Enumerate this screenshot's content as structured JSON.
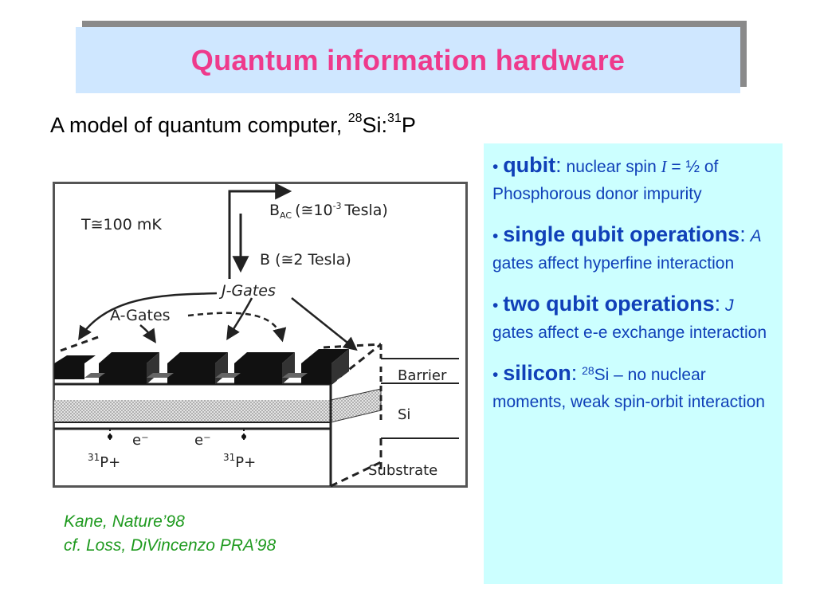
{
  "slide": {
    "title": "Quantum information hardware",
    "subtitle_prefix": "A model of quantum computer, ",
    "sub_iso1": "28",
    "sub_el1": "Si:",
    "sub_iso2": "31",
    "sub_el2": "P",
    "caption_line1": "Kane, Nature’98",
    "caption_line2": "cf. Loss, DiVincenzo PRA’98"
  },
  "diagram": {
    "temperature": "T≅100 mK",
    "bac_label_pre": "B",
    "bac_label_sub": "AC",
    "bac_label_paren": "(≅10",
    "bac_label_exp": "-3",
    "bac_label_post": "Tesla)",
    "b_label": "B (≅2 Tesla)",
    "j_gates": "J-Gates",
    "a_gates": "A-Gates",
    "barrier": "Barrier",
    "si": "Si",
    "substrate": "Substrate",
    "e1": "e⁻",
    "e2": "e⁻",
    "p1_iso": "31",
    "p1": "P+",
    "p2_iso": "31",
    "p2": "P+"
  },
  "info": {
    "b1_kw": "qubit",
    "b1_colon": ":",
    "b1_text1": " nuclear spin ",
    "b1_var": "I",
    "b1_text2": " = ½ of Phosphorous donor impurity",
    "b2_kw": "single qubit operations",
    "b2_colon": ":",
    "b2_var": "A",
    "b2_text": " gates affect hyperfine interaction",
    "b3_kw": "two qubit operations",
    "b3_colon": ":",
    "b3_var": "J",
    "b3_text": " gates affect e-e exchange interaction",
    "b4_kw": "silicon",
    "b4_colon": ":",
    "b4_iso": "28",
    "b4_text": "Si – no nuclear moments, weak spin-orbit interaction"
  },
  "colors": {
    "title": "#ee3a8c",
    "title_box": "#cfe7ff",
    "info_box": "#ccffff",
    "info_text": "#1040b8",
    "caption": "#1f9a1f"
  }
}
